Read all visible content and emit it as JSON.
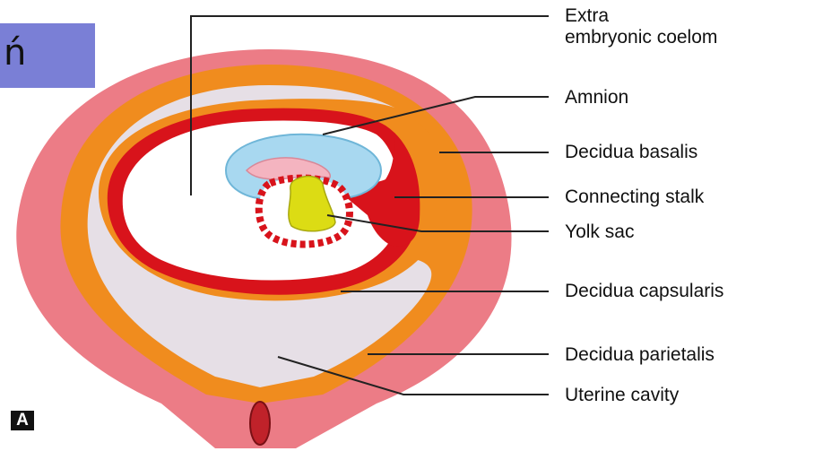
{
  "corner_box": {
    "text": "ń"
  },
  "panel_letter": "A",
  "labels": {
    "extra_coelom_line1": "Extra",
    "extra_coelom_line2": "embryonic coelom",
    "amnion": "Amnion",
    "decidua_basalis": "Decidua basalis",
    "connecting_stalk": "Connecting stalk",
    "yolk_sac": "Yolk sac",
    "decidua_capsularis": "Decidua capsularis",
    "decidua_parietalis": "Decidua parietalis",
    "uterine_cavity": "Uterine cavity"
  },
  "colors": {
    "uterine_wall": "#ec7c86",
    "decidua": "#f08c1e",
    "cavity": "#e6dfe6",
    "chorion": "#d8131b",
    "amnion": "#a8d8f0",
    "embryo": "#f4b4c0",
    "yolk_sac": "#dcdc14",
    "leader_line": "#222222"
  }
}
